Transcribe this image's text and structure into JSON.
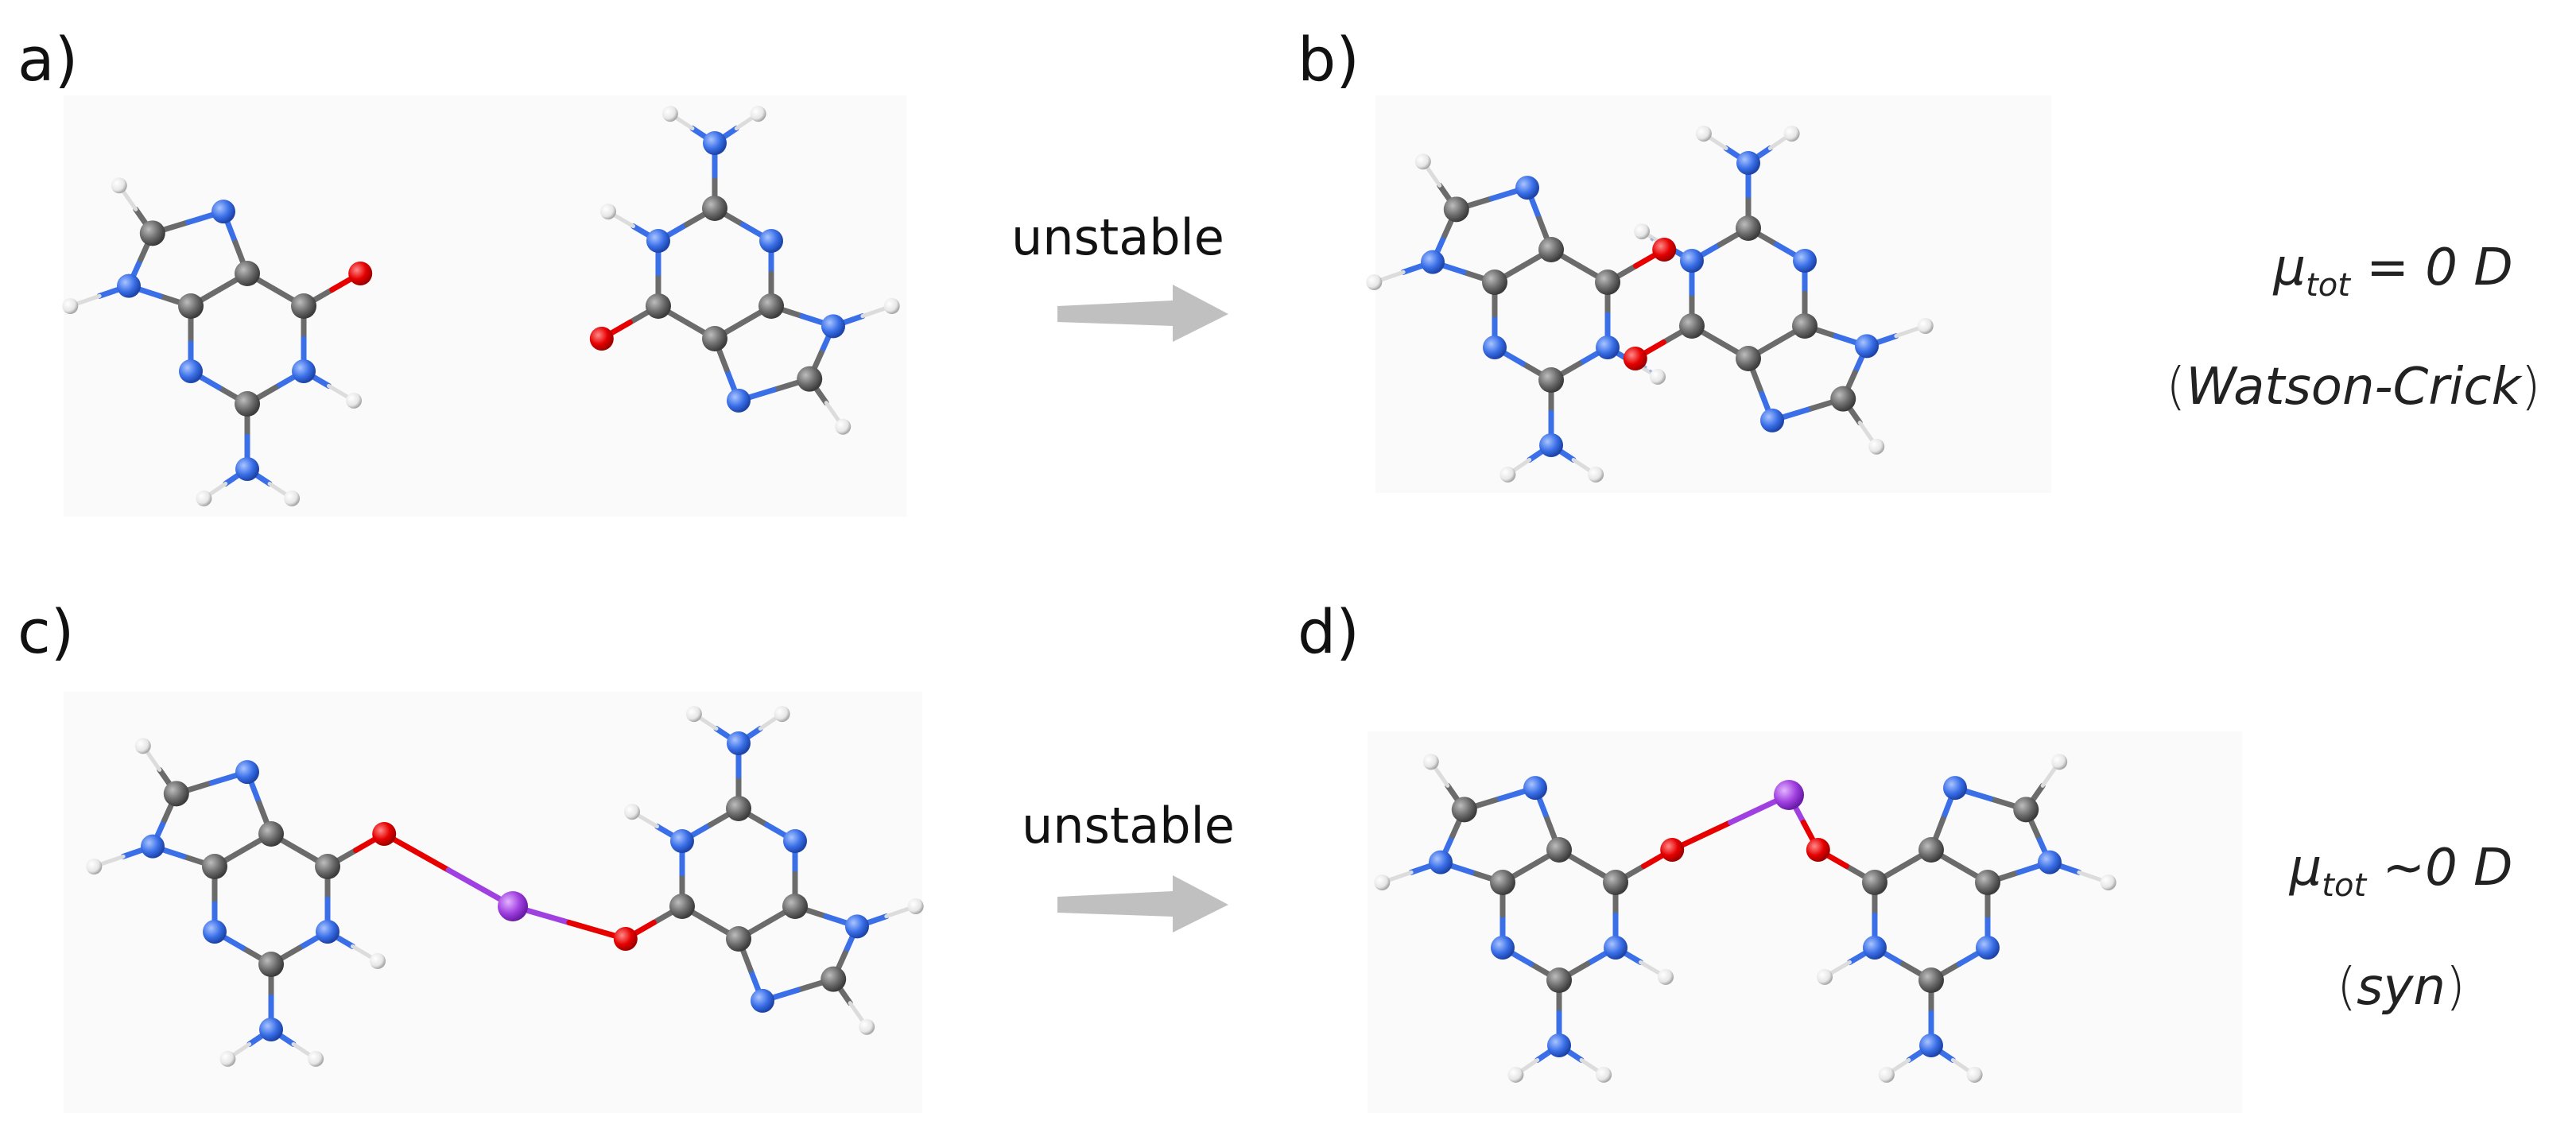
{
  "panels": {
    "a": {
      "label": "a)"
    },
    "b": {
      "label": "b)"
    },
    "c": {
      "label": "c)"
    },
    "d": {
      "label": "d)"
    }
  },
  "arrows": {
    "top": {
      "text": "unstable"
    },
    "bottom": {
      "text": "unstable"
    }
  },
  "annotations": {
    "b_dipole_prefix": "μ",
    "b_dipole_sub": "tot",
    "b_dipole_value": " = 0 D",
    "b_conformation_open": "(",
    "b_conformation": "Watson-Crick",
    "b_conformation_close": ")",
    "d_dipole_prefix": "μ",
    "d_dipole_sub": "tot",
    "d_dipole_value": " ~0 D",
    "d_conformation_open": "(",
    "d_conformation": "syn",
    "d_conformation_close": ")"
  },
  "colors": {
    "carbon": "#6b6b6b",
    "nitrogen": "#3a6fe8",
    "oxygen": "#e60000",
    "hydrogen": "#e8e8e8",
    "metal": "#a040e0",
    "arrow": "#c0c0c0"
  }
}
